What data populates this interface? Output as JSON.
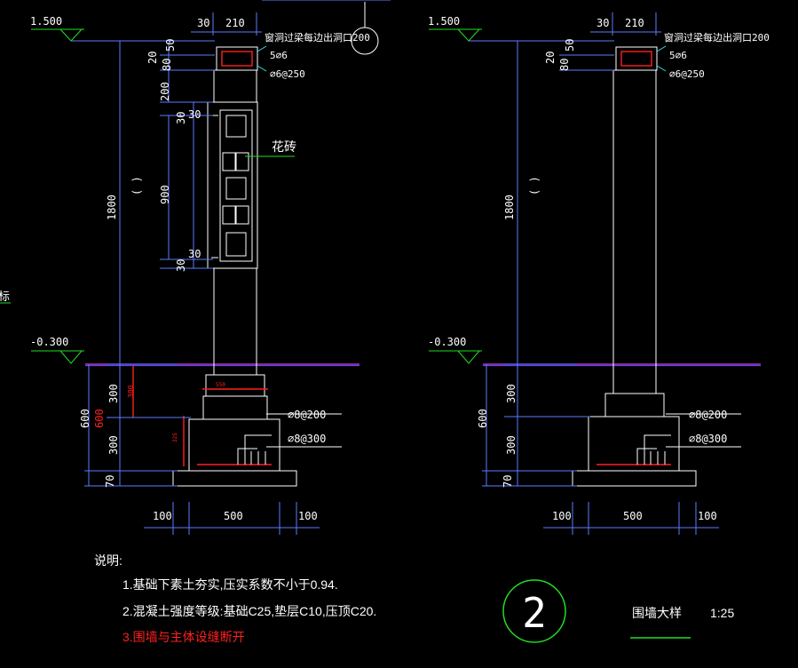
{
  "elevations": {
    "top": "1.500",
    "ground": "-0.300"
  },
  "dims_top": {
    "d30": "30",
    "d210": "210",
    "d50": "50",
    "d20": "20",
    "d80": "80",
    "d200": "200"
  },
  "dims_wall": {
    "d30a": "30",
    "d30b": "30",
    "d900": "900",
    "d1800": "1800",
    "paren": "(  )"
  },
  "dims_base": {
    "d300a": "300",
    "d300b": "300",
    "d300_red": "300",
    "d600": "600",
    "d600_red": "600",
    "d70": "70",
    "d100a": "100",
    "d500": "500",
    "d100b": "100"
  },
  "rebar": {
    "lintel_note": "窗洞过梁每边出洞口200",
    "top_bars": "5⌀6",
    "stirrups": "⌀6@250",
    "base_upper": "⌀8@200",
    "base_lower": "⌀8@300"
  },
  "labels": {
    "hua_zhuan": "花砖",
    "side_mark": "标"
  },
  "notes": {
    "heading": "说明:",
    "item1": "1.基础下素土夯实,压实系数不小于0.94.",
    "item2": "2.混凝土强度等级:基础C25,垫层C10,压顶C20.",
    "item3": "3.围墙与主体设缝断开"
  },
  "title": {
    "circle_number": "2",
    "name": "围墙大样",
    "scale": "1:25"
  },
  "colors": {
    "background": "#000000",
    "line": "#ffffff",
    "dimension": "#5c7cff",
    "leader": "#2ee6e6",
    "elevation": "#22dd22",
    "ground": "#d040d0",
    "accent": "#ff2020"
  }
}
